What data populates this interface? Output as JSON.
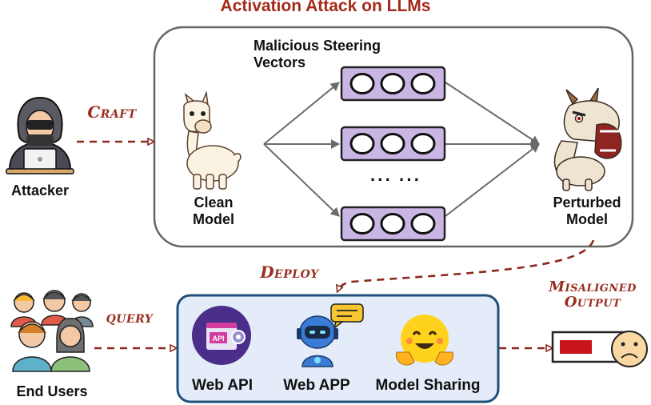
{
  "title": "Activation Attack on LLMs",
  "steering_label": "Malicious Steering Vectors",
  "ellipsis": "··· ···",
  "nodes": {
    "attacker": "Attacker",
    "clean_model": "Clean Model",
    "perturbed_model": "Perturbed Model",
    "end_users": "End Users"
  },
  "actions": {
    "craft": "Craft",
    "deploy": "Deploy",
    "query": "query",
    "misaligned_output": "Misaligned Output"
  },
  "services": {
    "web_api": "Web API",
    "web_app": "Web APP",
    "model_sharing": "Model Sharing",
    "api_badge": "API"
  },
  "colors": {
    "title": "#a52a1a",
    "arrow": "#8b2a1c",
    "vector_fill": "#c9b6e4",
    "service_box_fill": "#e3ecf8",
    "service_box_border": "#1f4f7a",
    "frame_border": "#666666"
  }
}
